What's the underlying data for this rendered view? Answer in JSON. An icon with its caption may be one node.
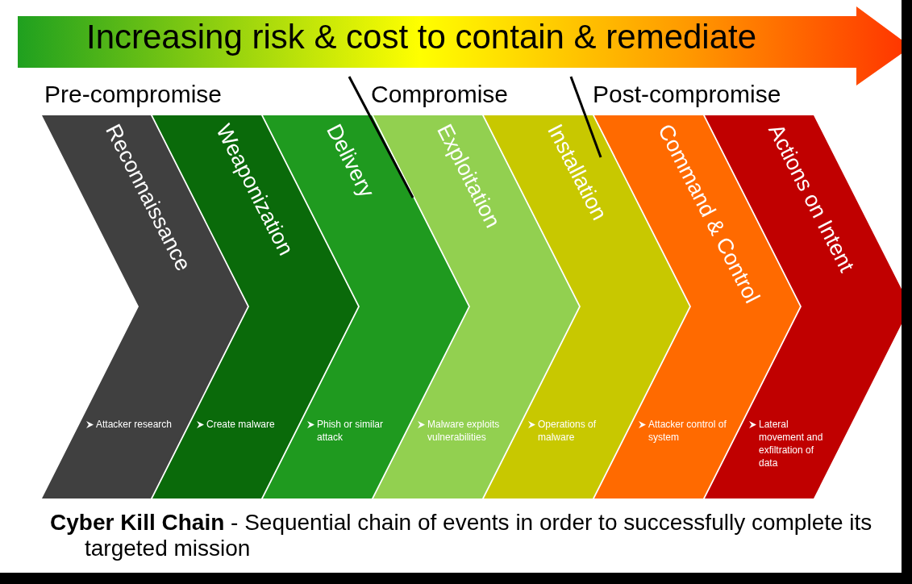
{
  "diagram": {
    "nodes": [
      {
        "text": [
          "Increasing risk & cost to contain & remediate"
        ]
      },
      {
        "text": [
          "Reconnaissance",
          "Attacker research"
        ]
      },
      {
        "text": [
          "Weaponization",
          "Create malware"
        ]
      },
      {
        "text": [
          "Delivery",
          "Phish or similar attack"
        ]
      },
      {
        "text": [
          "Exploitation",
          "Malware exploits vulnerabilities"
        ]
      },
      {
        "text": [
          "Installation",
          "Operations of malware"
        ]
      },
      {
        "text": [
          "Command & Control",
          "Attacker control of system"
        ]
      },
      {
        "text": [
          "Actions on Intent",
          "Lateral movement and exfiltration of data"
        ]
      }
    ],
    "labels": [
      "Pre-compromise",
      "Compromise",
      "Post-compromise"
    ],
    "caption": "**Cyber Kill Chain** - Sequential chain of events in order to successfully complete its targeted mission"
  }
}
